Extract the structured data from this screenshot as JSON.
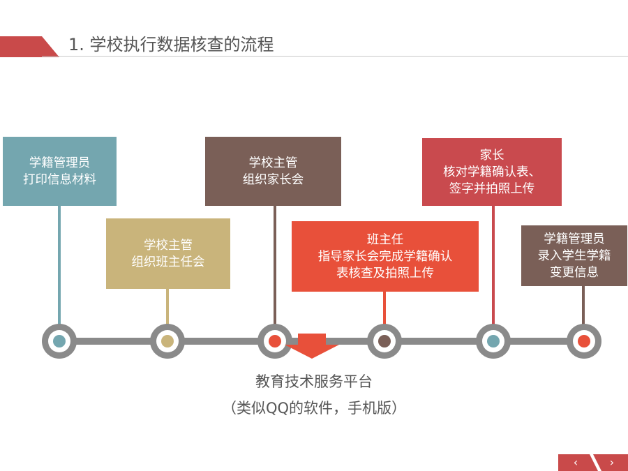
{
  "title": "1. 学校执行数据核查的流程",
  "colors": {
    "accent": "#c94a4a",
    "teal": "#74a6af",
    "tan": "#c9b47b",
    "brown": "#7a5f57",
    "orange": "#e8503a",
    "red": "#c94a4e",
    "track": "#8a8a8a"
  },
  "steps": [
    {
      "lines": [
        "学籍管理员",
        "打印信息材料"
      ]
    },
    {
      "lines": [
        "学校主管",
        "组织班主任会"
      ]
    },
    {
      "lines": [
        "学校主管",
        "组织家长会"
      ]
    },
    {
      "lines": [
        "班主任",
        "指导家长会完成学籍确认",
        "表核查及拍照上传"
      ]
    },
    {
      "lines": [
        "家长",
        "核对学籍确认表、",
        "签字并拍照上传"
      ]
    },
    {
      "lines": [
        "学籍管理员",
        "录入学生学籍",
        "变更信息"
      ]
    }
  ],
  "platform": {
    "name": "教育技术服务平台",
    "note": "（类似QQ的软件，手机版）"
  },
  "nav": {
    "prev_icon": "chevron-left-icon",
    "next_icon": "chevron-right-icon",
    "prev": "‹",
    "next": "›"
  }
}
